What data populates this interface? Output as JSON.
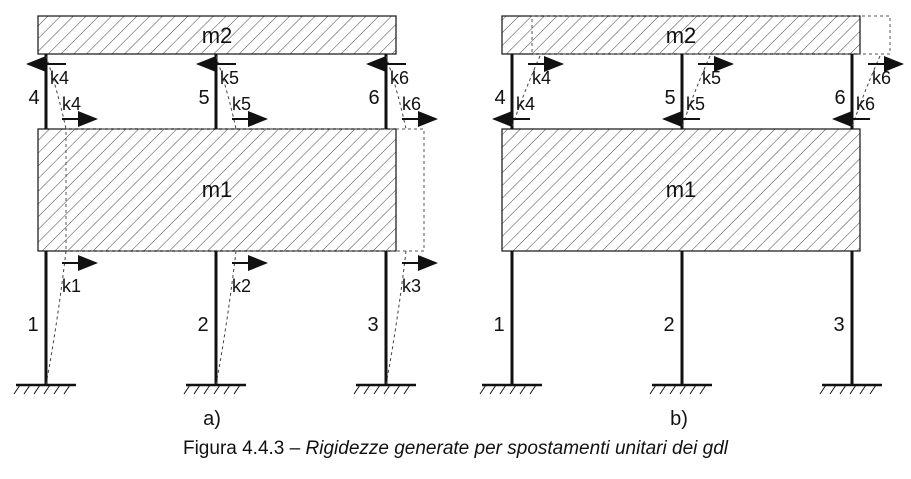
{
  "figure_a": {
    "mass_top": "m2",
    "mass_bottom": "m1",
    "columns_upper": [
      "4",
      "5",
      "6"
    ],
    "columns_lower": [
      "1",
      "2",
      "3"
    ],
    "stiffness_upper_left": [
      "k4",
      "k5",
      "k6"
    ],
    "stiffness_upper_right": [
      "k4",
      "k5",
      "k6"
    ],
    "stiffness_lower": [
      "k1",
      "k2",
      "k3"
    ],
    "label": "a)"
  },
  "figure_b": {
    "mass_top": "m2",
    "mass_bottom": "m1",
    "columns_upper": [
      "4",
      "5",
      "6"
    ],
    "columns_lower": [
      "1",
      "2",
      "3"
    ],
    "stiffness_upper_top": [
      "k4",
      "k5",
      "k6"
    ],
    "stiffness_upper_bottom": [
      "k4",
      "k5",
      "k6"
    ],
    "label": "b)"
  },
  "caption": {
    "prefix": "Figura 4.4.3 – ",
    "text": "Rigidezze generate per spostamenti unitari dei gdl"
  }
}
